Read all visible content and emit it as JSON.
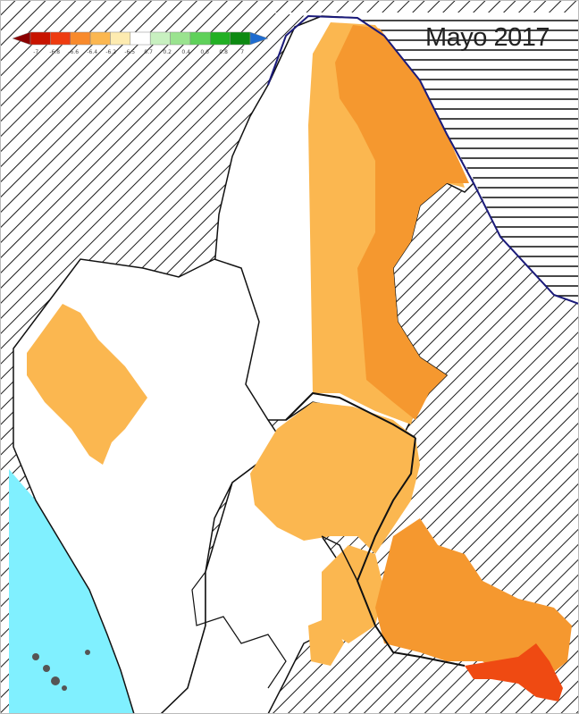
{
  "title": "Mayo 2017",
  "legend": {
    "colors": [
      "#8b0000",
      "#c81400",
      "#ee3b10",
      "#f88a2c",
      "#fbb750",
      "#fdebb0",
      "#ffffff",
      "#c8f0c0",
      "#9ae38f",
      "#5fd15a",
      "#22b024",
      "#0d8a12",
      "#1f6ccf"
    ],
    "ticks": [
      "-7",
      "-6.8",
      "-6.6",
      "-6.4",
      "-6.2",
      "-6.5",
      "0.7",
      "0.2",
      "0.4",
      "0.6",
      "0.8",
      "7"
    ]
  },
  "map": {
    "hatch_color": "#1a1a1a",
    "sea_color": "#80f0ff",
    "coast_line_color": "#1a1a7a",
    "classes": {
      "light": "#fbb750",
      "medium": "#f5982f",
      "strong": "#ef4a12"
    }
  }
}
